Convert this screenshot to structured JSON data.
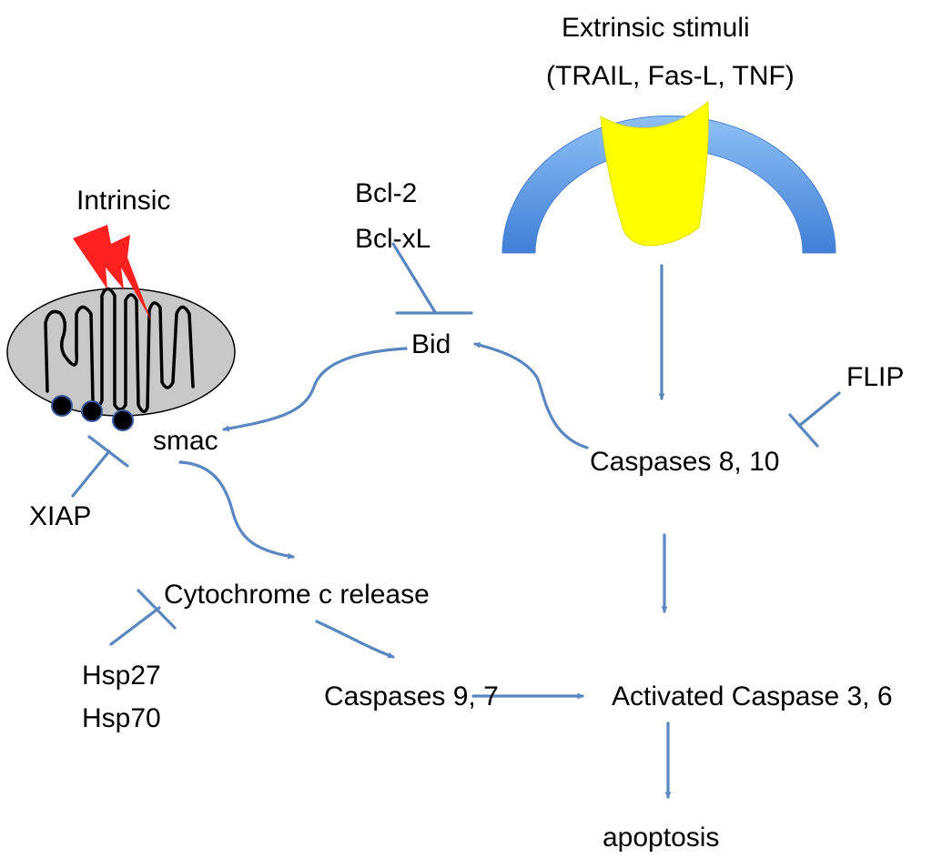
{
  "labels": {
    "extrinsic_line1": "Extrinsic stimuli",
    "extrinsic_line2": "(TRAIL, Fas-L, TNF)",
    "intrinsic": "Intrinsic",
    "bcl2": "Bcl-2",
    "bclxl": "Bcl-xL",
    "bid": "Bid",
    "flip": "FLIP",
    "smac": "smac",
    "caspases_8_10": "Caspases 8, 10",
    "xiap": "XIAP",
    "cytochrome": "Cytochrome c release",
    "hsp27": "Hsp27",
    "hsp70": "Hsp70",
    "caspases_9_7": "Caspases 9, 7",
    "activated_caspase": "Activated Caspase 3, 6",
    "apoptosis": "apoptosis"
  },
  "colors": {
    "arrow": "#5b87c0",
    "receptor_arc": "#6ea6e6",
    "receptor_arc_dark": "#3f7fd6",
    "ligand": "#ffff00",
    "mitochondrion": "#c8c8c8",
    "lightning": "#ff2020",
    "text": "#000000"
  },
  "icons": {
    "receptor": "membrane-receptor-icon",
    "ligand": "ligand-icon",
    "mitochondrion": "mitochondrion-icon",
    "stress": "lightning-bolt-icon"
  }
}
